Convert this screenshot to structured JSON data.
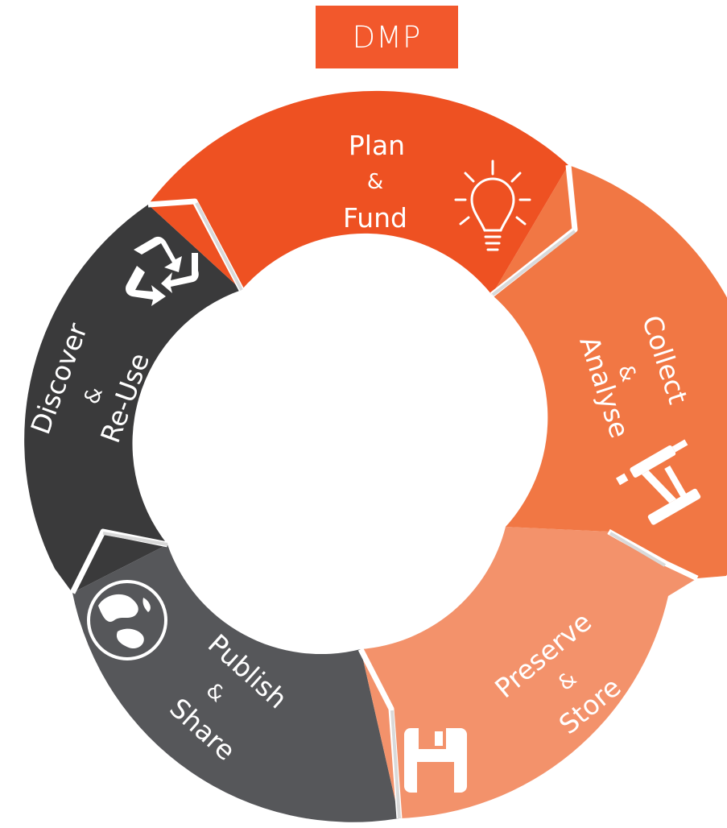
{
  "title": "DMP",
  "stages": [
    {
      "key": "plan",
      "lines": [
        "Plan",
        "&",
        "Fund"
      ],
      "icon": "lightbulb-icon",
      "color": "#ee5122"
    },
    {
      "key": "collect",
      "lines": [
        "Collect",
        "&",
        "Analyse"
      ],
      "icon": "microscope-icon",
      "color": "#f17744"
    },
    {
      "key": "preserve",
      "lines": [
        "Preserve",
        "&",
        "Store"
      ],
      "icon": "floppy-disk-icon",
      "color": "#f3926b"
    },
    {
      "key": "publish",
      "lines": [
        "Publish",
        "&",
        "Share"
      ],
      "icon": "globe-icon",
      "color": "#56575a"
    },
    {
      "key": "discover",
      "lines": [
        "Discover",
        "&",
        "Re-Use"
      ],
      "icon": "recycle-icon",
      "color": "#3a3a3b"
    }
  ]
}
